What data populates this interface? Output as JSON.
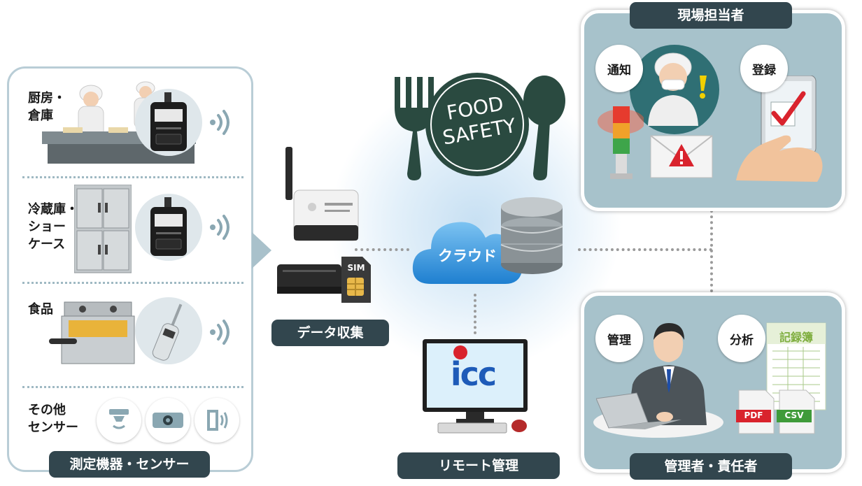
{
  "left_panel": {
    "sections": [
      {
        "label": "厨房・\n倉庫"
      },
      {
        "label": "冷蔵庫・\nショー\nケース"
      },
      {
        "label": "食品"
      },
      {
        "label": "その他\nセンサー"
      }
    ],
    "caption": "測定機器・センサー"
  },
  "gateway": {
    "sim_label": "SIM",
    "caption": "データ収集"
  },
  "food_safety": {
    "line1": "FOOD",
    "line2": "SAFETY"
  },
  "cloud": {
    "label": "クラウド"
  },
  "remote": {
    "logo": "icc",
    "caption": "リモート管理"
  },
  "onsite": {
    "title": "現場担当者",
    "notify": "通知",
    "register": "登録"
  },
  "manager": {
    "title": "管理者・責任者",
    "manage": "管理",
    "analyze": "分析",
    "ledger": "記録簿",
    "pdf": "PDF",
    "csv": "CSV"
  },
  "colors": {
    "dark_pill": "#32464e",
    "panel_blue": "#a7c2cb",
    "fork_green": "#2a4a40",
    "cloud_blue": "#2f8fd6",
    "icc_blue": "#1e5bb8",
    "icc_red": "#d9232d"
  }
}
